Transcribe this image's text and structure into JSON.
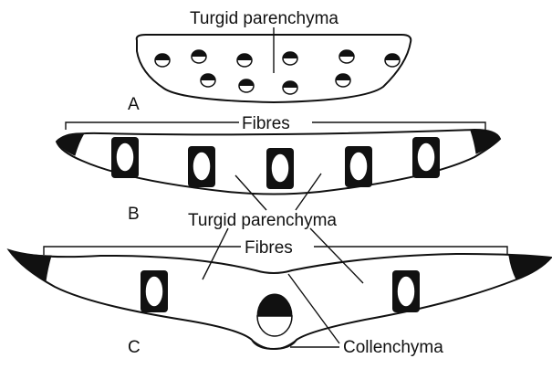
{
  "labels": {
    "a": {
      "letter": "A",
      "tissue": "Turgid parenchyma"
    },
    "b": {
      "letter": "B",
      "fibres": "Fibres",
      "tissue": "Turgid parenchyma"
    },
    "c": {
      "letter": "C",
      "fibres": "Fibres",
      "collenchyma": "Collenchyma"
    }
  }
}
